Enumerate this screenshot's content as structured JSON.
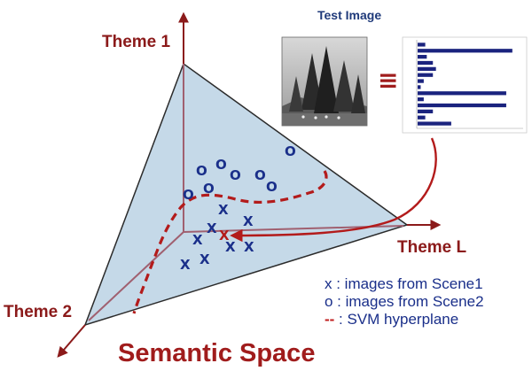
{
  "diagram": {
    "title": "Semantic Space",
    "axes": {
      "theme1": "Theme 1",
      "theme2": "Theme 2",
      "themeL": "Theme L"
    },
    "test_image_title": "Test Image",
    "equivalence_symbol": "≡",
    "markers": {
      "o_symbol": "O",
      "x_symbol": "X"
    },
    "legend": [
      {
        "symbol": "x",
        "text": "x : images from Scene1"
      },
      {
        "symbol": "o",
        "text": "o : images from Scene2"
      },
      {
        "symbol": "--",
        "text": " : SVM hyperplane"
      }
    ],
    "colors": {
      "axis": "#8b1a1a",
      "simplex_fill": "#c5d9e8",
      "marker": "#1a2f8a",
      "hyperplane": "#b31b1b",
      "bars": "#1a237e"
    },
    "histogram": {
      "values": [
        0.05,
        0.62,
        0.06,
        0.1,
        0.12,
        0.1,
        0.04,
        0.02,
        0.58,
        0.04,
        0.58,
        0.1,
        0.05,
        0.22
      ]
    }
  }
}
